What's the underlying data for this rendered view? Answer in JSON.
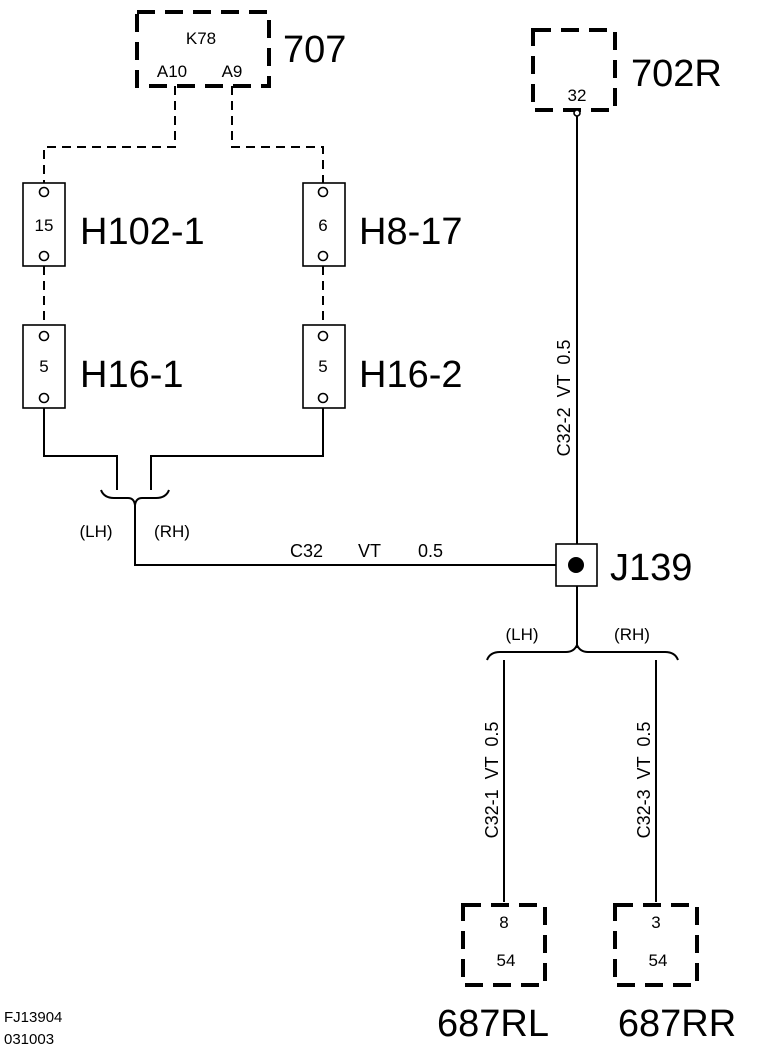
{
  "components": {
    "k78": {
      "name": "K78",
      "pin_left": "A10",
      "pin_right": "A9",
      "ref": "707"
    },
    "c702r": {
      "pin": "32",
      "ref": "702R"
    },
    "h102": {
      "pin": "15",
      "ref": "H102-1"
    },
    "h8": {
      "pin": "6",
      "ref": "H8-17"
    },
    "h16_1": {
      "pin": "5",
      "ref": "H16-1"
    },
    "h16_2": {
      "pin": "5",
      "ref": "H16-2"
    },
    "j139": {
      "ref": "J139"
    },
    "c687rl": {
      "pin_top": "8",
      "pin_bottom": "54",
      "ref": "687RL"
    },
    "c687rr": {
      "pin_top": "3",
      "pin_bottom": "54",
      "ref": "687RR"
    }
  },
  "wires": {
    "c32": {
      "id": "C32",
      "color": "VT",
      "size": "0.5"
    },
    "c32_2": {
      "label": "C32-2  VT  0.5"
    },
    "c32_1": {
      "label": "C32-1  VT  0.5"
    },
    "c32_3": {
      "label": "C32-3  VT  0.5"
    }
  },
  "branches": {
    "left_lh": "(LH)",
    "left_rh": "(RH)",
    "right_lh": "(LH)",
    "right_rh": "(RH)"
  },
  "footer": {
    "figure_id": "FJ13904",
    "date_code": "031003"
  }
}
